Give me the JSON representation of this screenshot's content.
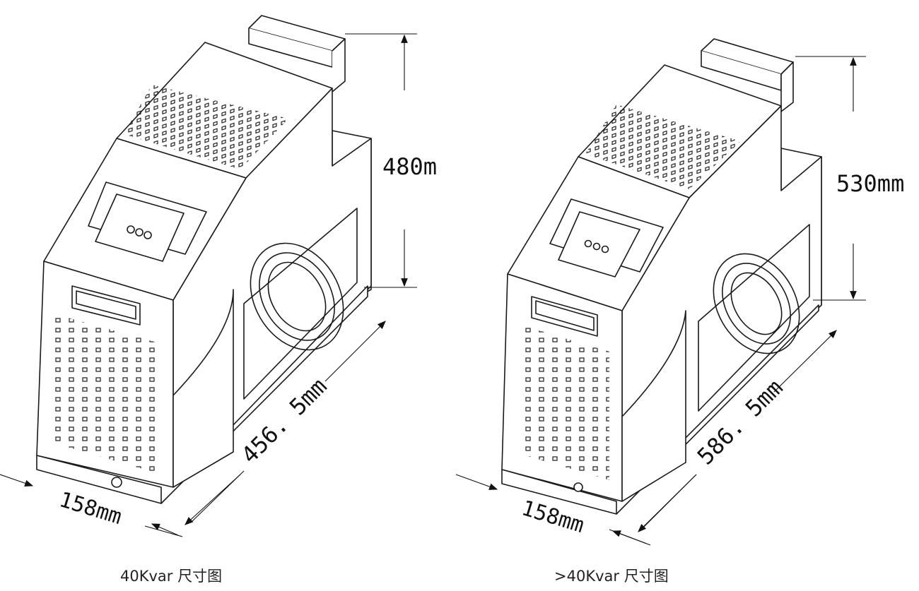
{
  "figures": [
    {
      "id": "left",
      "caption": "40Kvar 尺寸图",
      "height_label": "480m",
      "length_label": "456. 5mm",
      "width_label": "158mm"
    },
    {
      "id": "right",
      "caption": ">40Kvar 尺寸图",
      "height_label": "530mm",
      "length_label": "586. 5mm",
      "width_label": "158mm"
    }
  ],
  "colors": {
    "line": "#1a1a1a",
    "background": "#ffffff"
  }
}
